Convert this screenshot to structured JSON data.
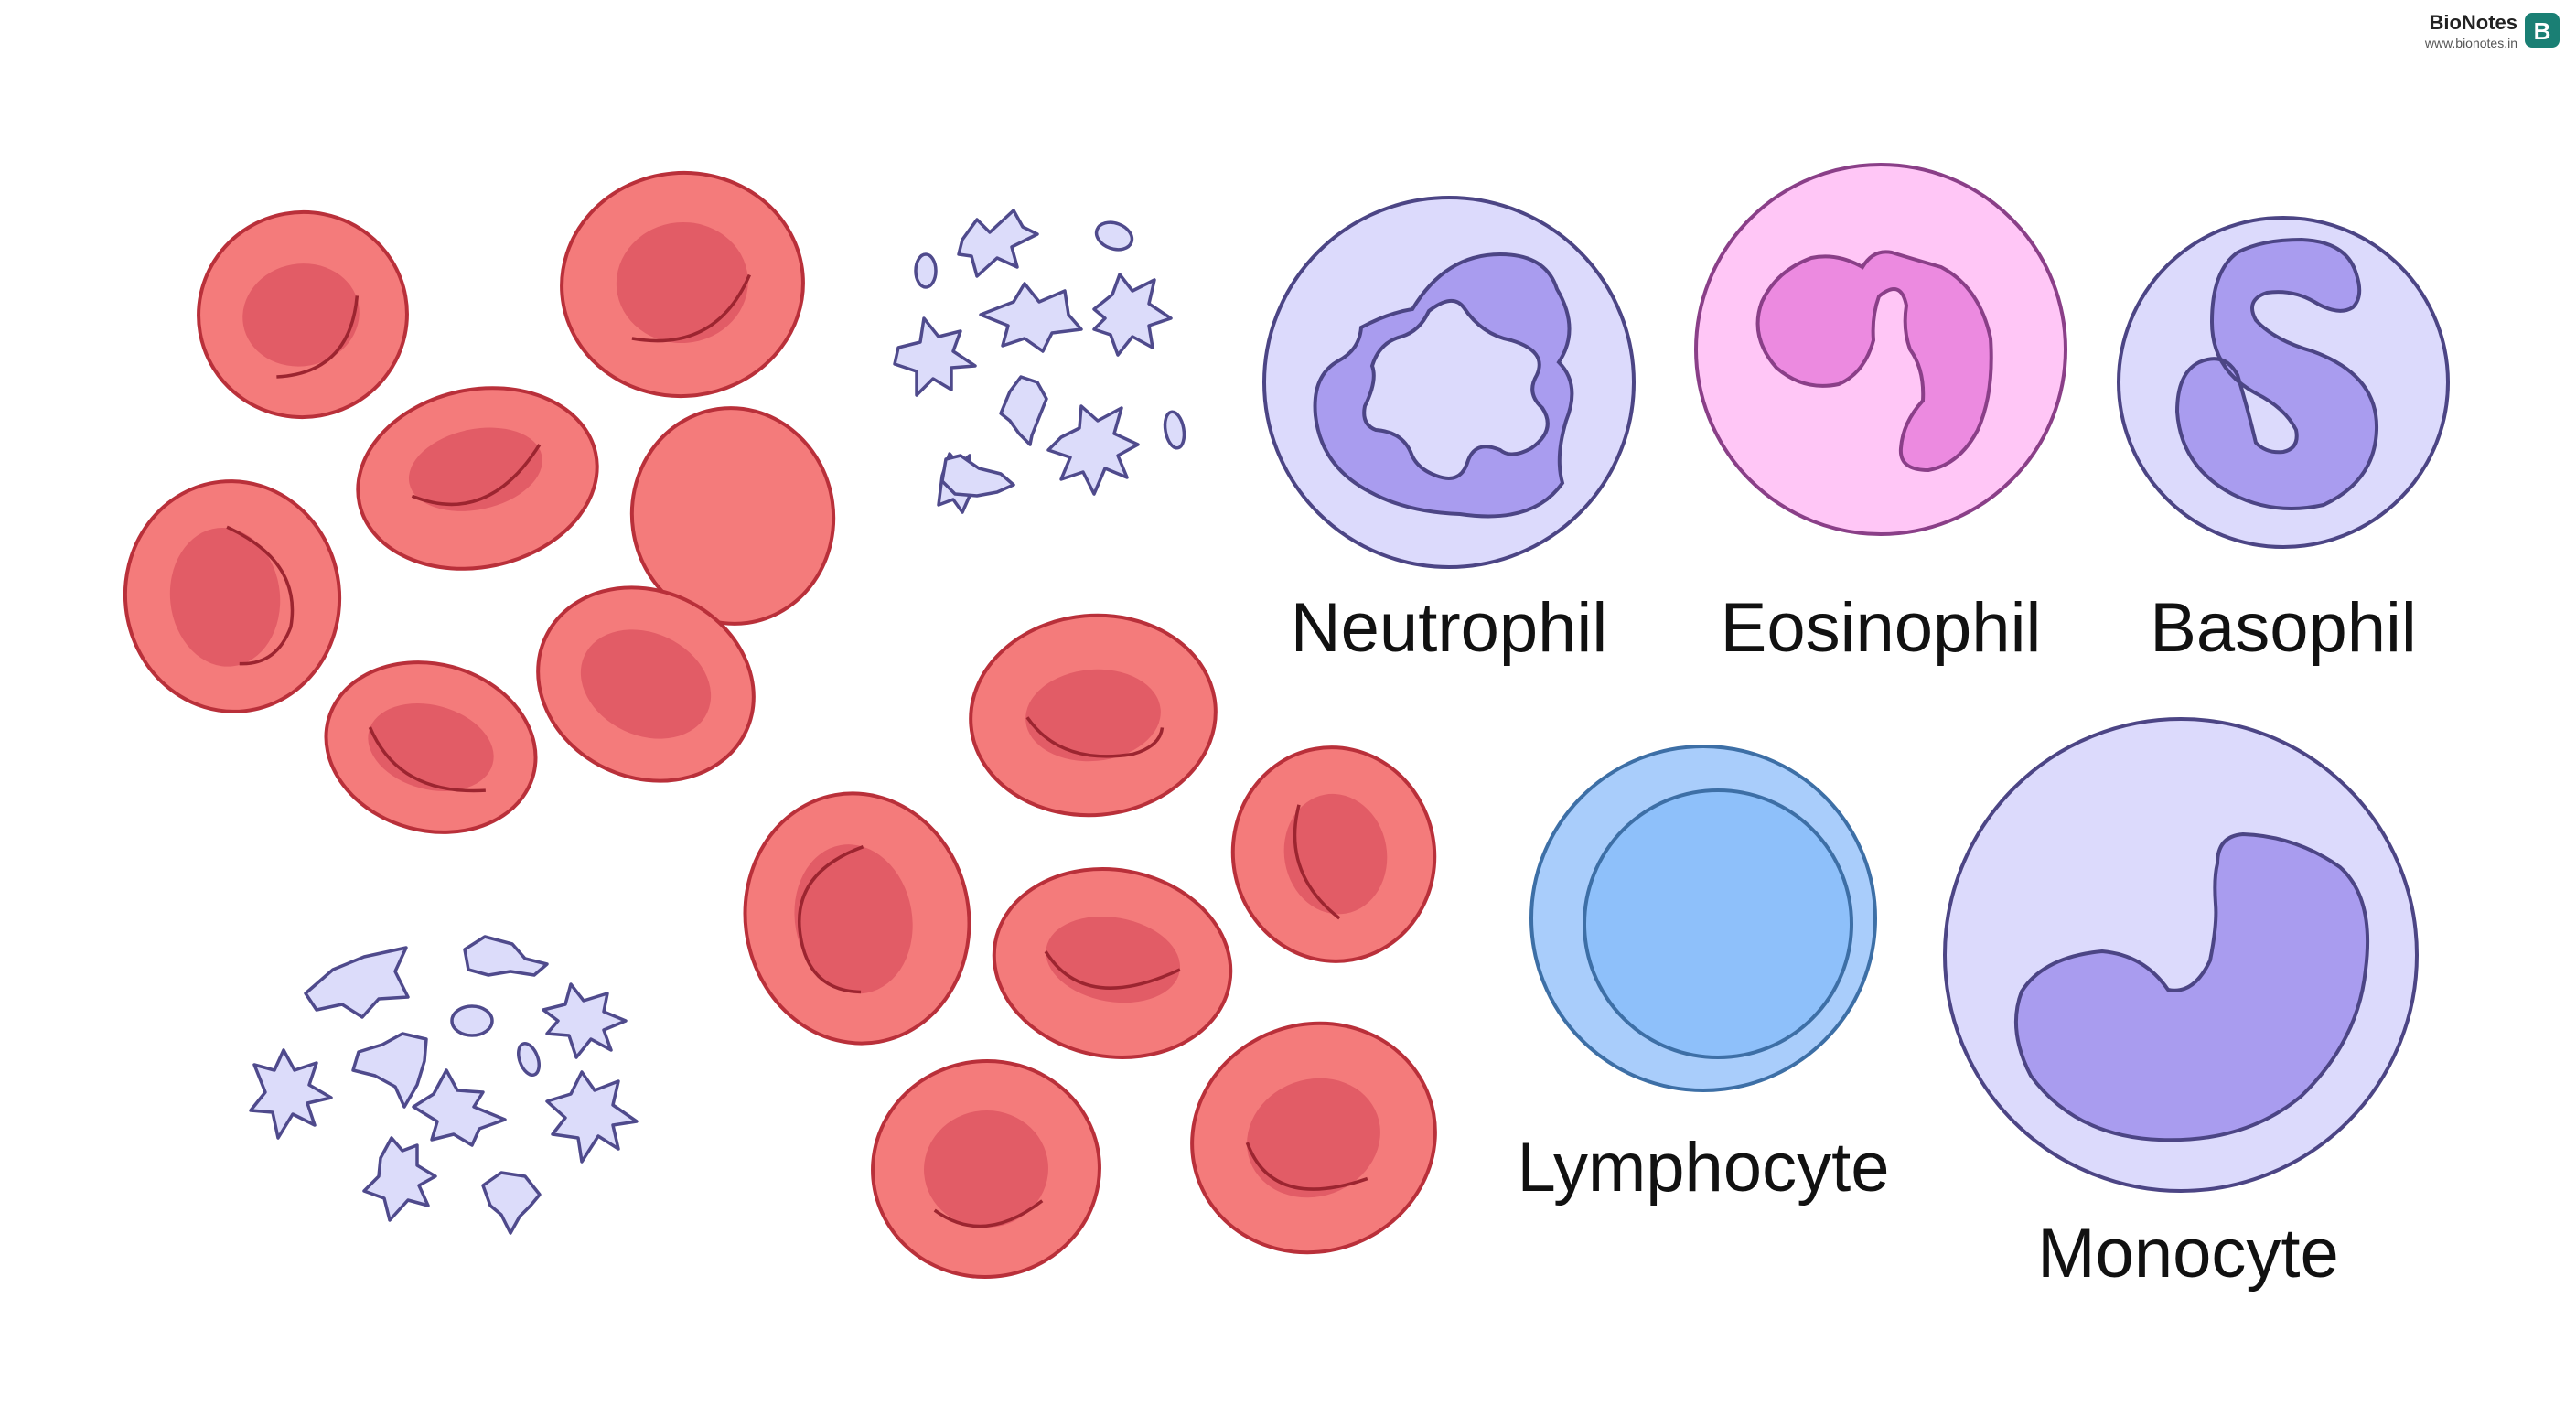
{
  "brand": {
    "name": "BioNotes",
    "url": "www.bionotes.in",
    "logo_letter": "B",
    "logo_color": "#1a7f74"
  },
  "labels": {
    "neutrophil": "Neutrophil",
    "eosinophil": "Eosinophil",
    "basophil": "Basophil",
    "lymphocyte": "Lymphocyte",
    "monocyte": "Monocyte"
  },
  "colors": {
    "rbc_fill": "#f47b7b",
    "rbc_center": "#e25c66",
    "rbc_stroke": "#b9303a",
    "platelet_fill": "#dcdcfa",
    "platelet_stroke": "#4f4a8c",
    "neutrophil_cytoplasm": "#dcdafc",
    "neutrophil_nucleus": "#a99cef",
    "eosinophil_cytoplasm": "#ffc6f6",
    "eosinophil_nucleus": "#ec8ae0",
    "basophil_nucleus": "#a99cef",
    "lymphocyte_cytoplasm": "#a9cdfb",
    "lymphocyte_nucleus": "#8ec0fa",
    "monocyte_nucleus": "#a99cef"
  }
}
